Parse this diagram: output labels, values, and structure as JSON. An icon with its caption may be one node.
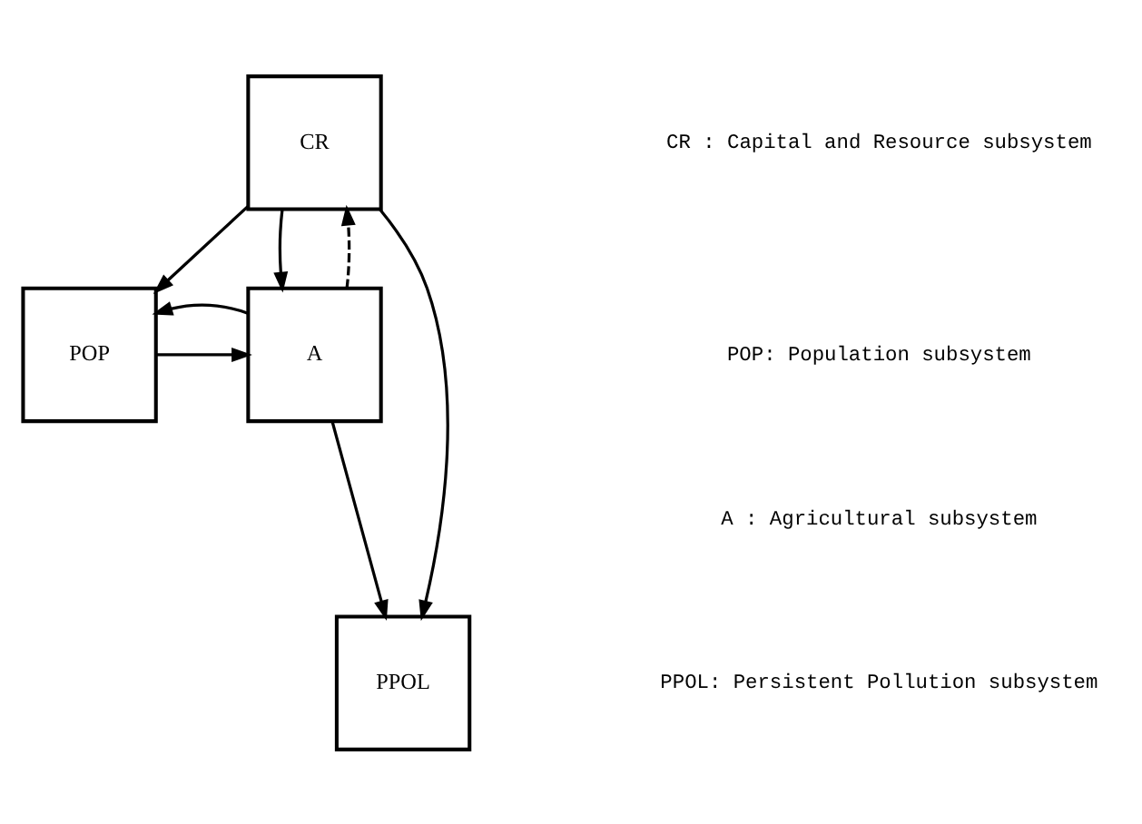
{
  "diagram": {
    "nodes": [
      {
        "text": [
          "CR"
        ]
      },
      {
        "text": [
          "POP"
        ]
      },
      {
        "text": [
          "A"
        ]
      },
      {
        "text": [
          "PPOL"
        ]
      }
    ],
    "edges": [
      {
        "from": 0,
        "to": 1,
        "arrow": "to"
      },
      {
        "from": 0,
        "to": 2,
        "arrow": "to"
      },
      {
        "from": 2,
        "to": 0,
        "arrow": "to",
        "style": "dashed"
      },
      {
        "from": 1,
        "to": 2,
        "arrow": "to"
      },
      {
        "from": 2,
        "to": 1,
        "arrow": "to"
      },
      {
        "from": 2,
        "to": 3,
        "arrow": "to"
      },
      {
        "from": 0,
        "to": 3,
        "arrow": "to"
      }
    ],
    "labels": [
      "CR : Capital and Resource subsystem",
      "POP: Population subsystem",
      "A : Agricultural subsystem",
      "PPOL: Persistent Pollution subsystem"
    ]
  }
}
